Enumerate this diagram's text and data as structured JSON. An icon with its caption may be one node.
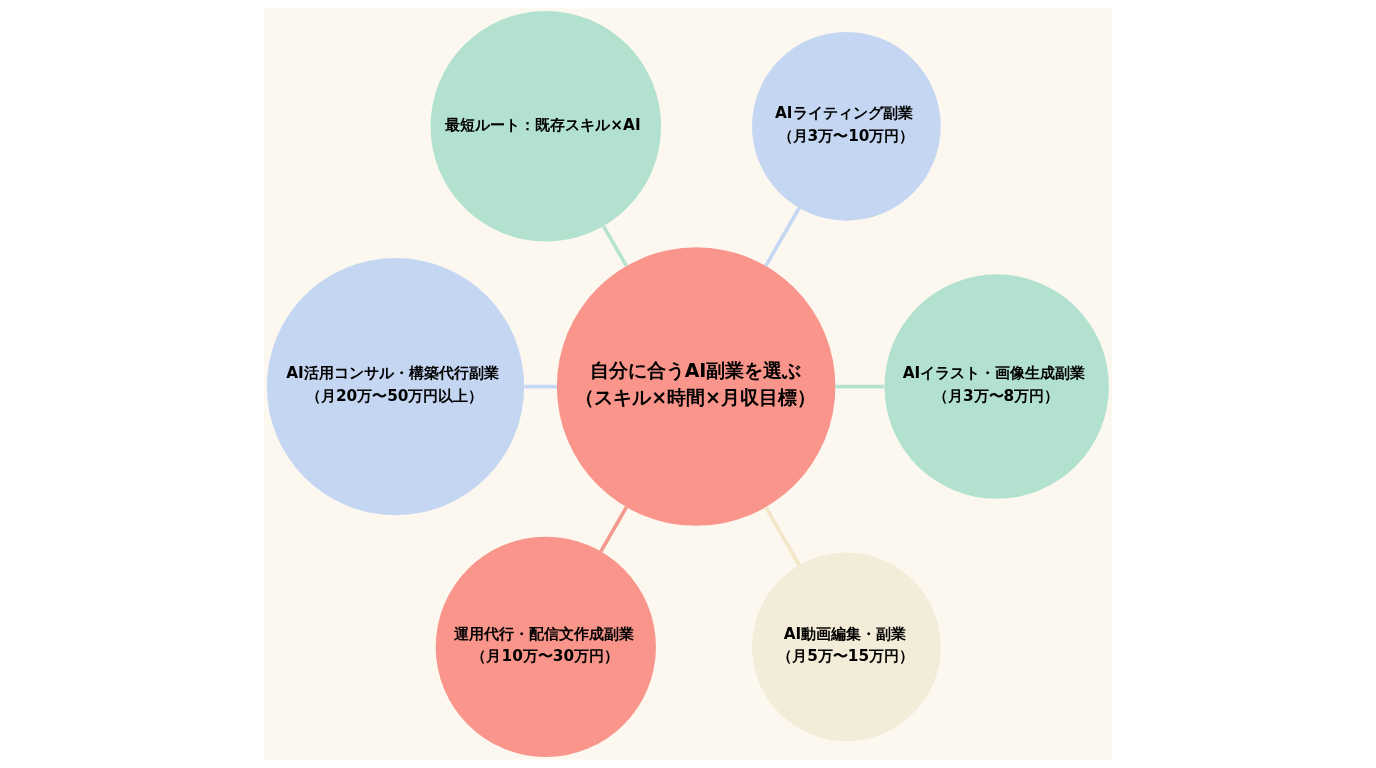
{
  "diagram": {
    "nodes": [
      {
        "text": [
          "自分に合うAI副業を選ぶ",
          "（スキル×時間×月収目標）"
        ]
      },
      {
        "text": [
          "最短ルート：既存スキル×AI"
        ]
      },
      {
        "text": [
          "AIライティング副業",
          "（月3万〜10万円）"
        ]
      },
      {
        "text": [
          "AI活用コンサル・構築代行副業",
          "（月20万〜50万円以上）"
        ]
      },
      {
        "text": [
          "AIイラスト・画像生成副業",
          "（月3万〜8万円）"
        ]
      },
      {
        "text": [
          "運用代行・配信文作成副業",
          "（月10万〜30万円）"
        ]
      },
      {
        "text": [
          "AI動画編集・副業",
          "（月5万〜15万円）"
        ]
      }
    ],
    "edges": [
      {
        "from": 0,
        "to": 1,
        "arrow": "none",
        "color": "#b5e3d0"
      },
      {
        "from": 0,
        "to": 2,
        "arrow": "none",
        "color": "#c5d7f2"
      },
      {
        "from": 0,
        "to": 3,
        "arrow": "none",
        "color": "#c5d7f2"
      },
      {
        "from": 0,
        "to": 4,
        "arrow": "none",
        "color": "#b5e3d0"
      },
      {
        "from": 0,
        "to": 5,
        "arrow": "none",
        "color": "#f29a8c"
      },
      {
        "from": 0,
        "to": 6,
        "arrow": "none",
        "color": "#f3e7c8"
      }
    ]
  }
}
